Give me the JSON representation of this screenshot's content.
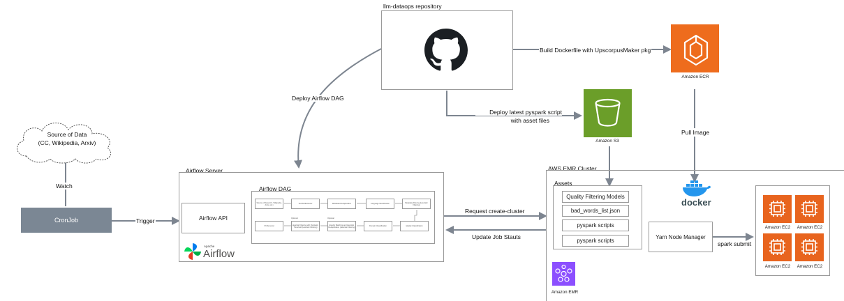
{
  "repo": {
    "title": "llm-dataops repository"
  },
  "source": {
    "line1": "Source of Data",
    "line2": "(CC, Wikipedia, Arxiv)"
  },
  "edges": {
    "watch": "Watch",
    "trigger": "Trigger",
    "deploy_dag": "Deploy Airflow DAG",
    "build_docker": "Build Dockerfile with UpscorpusMaker pkg",
    "deploy_script_1": "Deploy latest pyspark script",
    "deploy_script_2": "with asset files",
    "pull_image": "Pull Image",
    "request_cluster": "Request create-cluster",
    "update_job": "Update Job Stauts",
    "spark_submit": "spark submit"
  },
  "cronjob": {
    "label": "CronJob"
  },
  "airflow": {
    "server_title": "Airflow Server",
    "api_label": "Airflow API",
    "dag_title": "Airflow DAG",
    "logo_small": "Apache",
    "logo_big": "Airflow",
    "dag_row1": [
      "Source of Data (CC, Wikipedia, Arxiv, etc.)",
      "TextTextExtractor",
      "Metadata Deduplication",
      "Language Identification",
      "Metadata Filtering (Heuristic Filtering)"
    ],
    "dag_row2": [
      "Pii Removal",
      "Heuristic Filtering with Perplexity Threshold (Heuristic Filtering)",
      "Exactly Matching and Heuristic Deduplication (Heuristic Filtering)",
      "Domain Classification",
      "Quality Classification"
    ],
    "dag_tags": [
      "Optional",
      "Optional"
    ]
  },
  "ecr": {
    "label": "Amazon ECR"
  },
  "s3": {
    "label": "Amazon S3"
  },
  "emr": {
    "cluster_title": "AWS EMR Cluster",
    "assets_title": "Assets",
    "assets": [
      "Quality Filtering Models",
      "bad_words_list.json",
      "pyspark scripts",
      "pyspark scripts"
    ],
    "yarn_label": "Yarn Node Manager",
    "docker_label": "docker",
    "emr_label": "Amazon EMR",
    "ec2_labels": [
      "Amazon EC2",
      "Amazon EC2",
      "Amazon EC2",
      "Amazon EC2"
    ]
  },
  "colors": {
    "cronjob": "#7b8794",
    "ecr": "#ee6c1d",
    "s3": "#6b9e29",
    "emr": "#8c4fff",
    "ec2": "#e8641e",
    "docker": "#2496ed",
    "arrow": "#7d8590"
  }
}
